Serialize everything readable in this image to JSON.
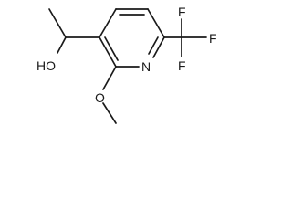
{
  "molecule": {
    "atoms": {
      "hydroxyl_oxygen": "HO",
      "methoxy_oxygen": "O",
      "ring_nitrogen": "N",
      "fluorine_top": "F",
      "fluorine_right": "F",
      "fluorine_bottom": "F"
    }
  },
  "colors": {
    "ink": "#1a1a1a",
    "background": "#ffffff"
  }
}
